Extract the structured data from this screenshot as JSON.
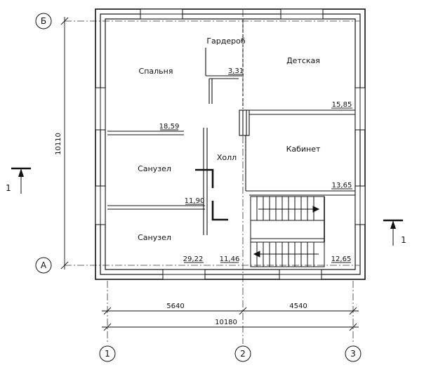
{
  "axes": {
    "top_letter": "Б",
    "bottom_letter": "А",
    "num_1": "1",
    "num_2": "2",
    "num_3": "3"
  },
  "section_marks": {
    "left": "1",
    "right": "1"
  },
  "dimensions": {
    "vertical_total": "10110",
    "left_span": "5640",
    "right_span": "4540",
    "overall": "10180"
  },
  "rooms": {
    "wardrobe": {
      "name": "Гардероб",
      "area": "3,31"
    },
    "bedroom": {
      "name": "Спальня",
      "area": "18,59"
    },
    "kids": {
      "name": "Детская",
      "area": "15,85"
    },
    "office": {
      "name": "Кабинет",
      "area": "13,65"
    },
    "hall": {
      "name": "Холл",
      "area": "11,46"
    },
    "bath1": {
      "name": "Санузел",
      "area": "11,90"
    },
    "bath2": {
      "name": "Санузел",
      "area": "29,22"
    },
    "stair": {
      "area": "12,65"
    }
  },
  "colors": {
    "line": "#111111",
    "background": "#ffffff"
  }
}
